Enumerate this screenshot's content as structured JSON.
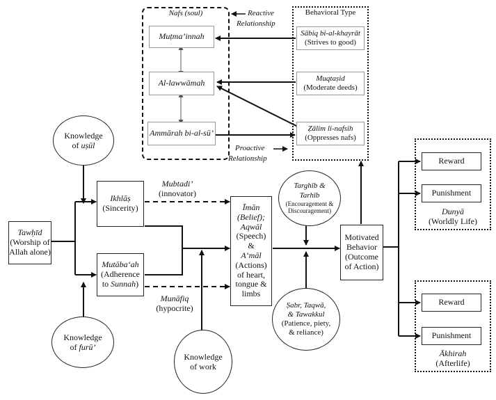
{
  "nafs": {
    "title": "Nafs (soul)",
    "mutmainnah": "Muṭma’innah",
    "lawwamah": "Al-lawwāmah",
    "ammarah": "Ammārah bi-al-sū’"
  },
  "behavioral": {
    "title": "Behavioral Type",
    "sabiq": "Sābiq bi-al-khayrāt",
    "sabiq_en": "(Strives to good)",
    "muqtasid": "Muqtaṣid",
    "muqtasid_en": "(Moderate deeds)",
    "zalim": "Ẓālim li-nafsih",
    "zalim_en": "(Oppresses nafs)"
  },
  "relations": {
    "reactive_1": "Reactive",
    "reactive_2": "Relationship",
    "proactive_1": "Proactive",
    "proactive_2": "Relationship"
  },
  "knowledge_usul": {
    "line1": "Knowledge",
    "line2": "of ",
    "term": "uṣūl"
  },
  "knowledge_furu": {
    "line1": "Knowledge",
    "line2": "of ",
    "term": "furū’"
  },
  "knowledge_work": {
    "line1": "Knowledge",
    "line2": "of work"
  },
  "tawhid": {
    "term": "Tawḥīd",
    "line1": "(Worship of",
    "line2": "Allah alone)"
  },
  "ikhlas": {
    "term": "Ikhlāṣ",
    "en": "(Sincerity)"
  },
  "mutabaah": {
    "term": "Mutāba‘ah",
    "line1": "(Adherence",
    "line2": "to ",
    "term2": "Sunnah",
    "close": ")"
  },
  "mubtadi": {
    "term": "Mubtadi’",
    "en": "(innovator)"
  },
  "munafiq": {
    "term": "Munāfiq",
    "en": "(hypocrite)"
  },
  "iman": {
    "term1": "Īmān",
    "l1": "(Belief);",
    "term2": "Aqwāl",
    "l2": "(Speech)",
    "amp": "&",
    "term3": "A‘māl",
    "l3": "(Actions)",
    "l4": "of heart,",
    "l5": "tongue &",
    "l6": "limbs"
  },
  "targhib": {
    "term1": "Targhīb &",
    "term2": "Tarhīb",
    "l1": "(Encouragement &",
    "l2": "Discouragement)"
  },
  "sabr": {
    "term1": "Ṣabr, Taqwā,",
    "term2": "& Tawakkul",
    "l1": "(Patience, piety,",
    "l2": "& reliance)"
  },
  "motivated": {
    "l1": "Motivated",
    "l2": "Behavior",
    "l3": "(Outcome",
    "l4": "of Action)"
  },
  "dunya": {
    "reward": "Reward",
    "punishment": "Punishment",
    "term": "Dunyā",
    "en": "(Worldly Life)"
  },
  "akhirah": {
    "reward": "Reward",
    "punishment": "Punishment",
    "term": "Ākhirah",
    "en": "(Afterlife)"
  }
}
